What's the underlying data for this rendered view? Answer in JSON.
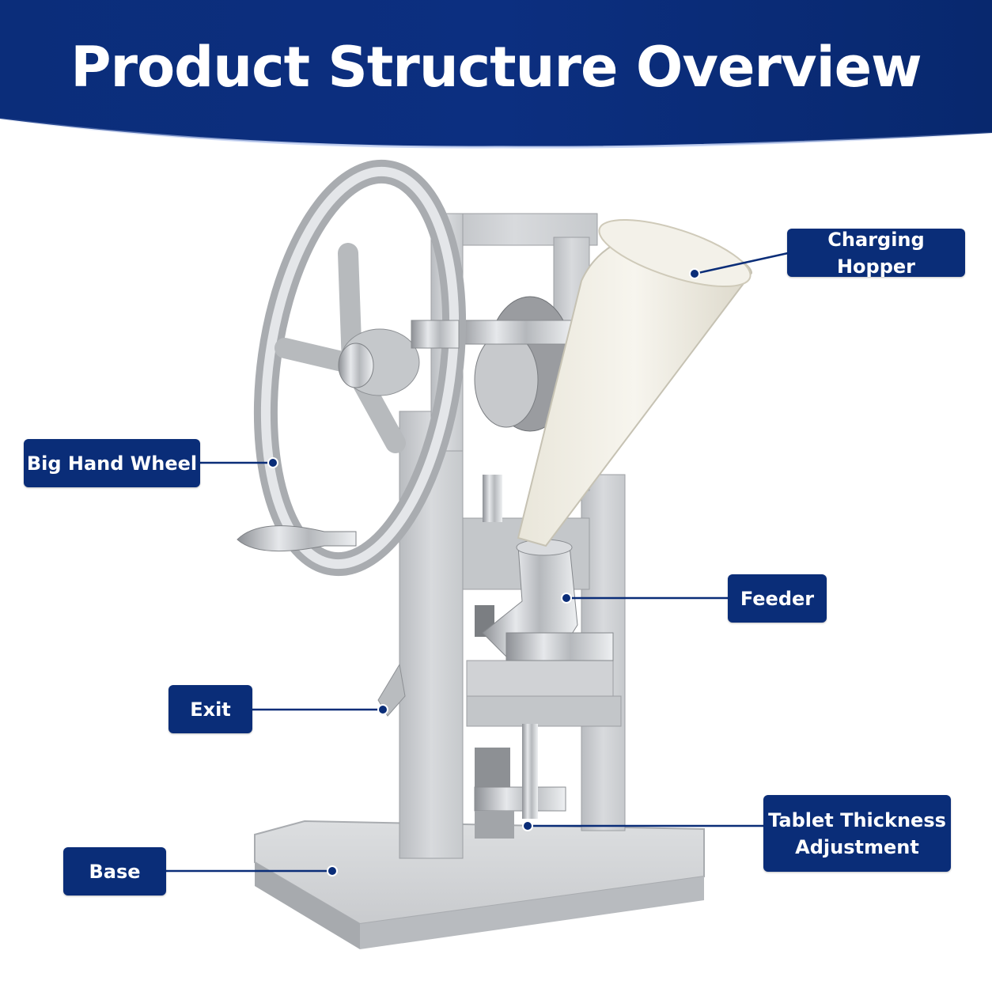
{
  "header": {
    "title": "Product Structure Overview",
    "background_color": "#0a2d78"
  },
  "image": {
    "subject_icon": "tablet-press-machine-photo"
  },
  "labels": {
    "charging_hopper": "Charging Hopper",
    "big_hand_wheel": "Big Hand Wheel",
    "feeder": "Feeder",
    "exit": "Exit",
    "tablet_thickness_adjustment_line1": "Tablet Thickness",
    "tablet_thickness_adjustment_line2": "Adjustment",
    "base": "Base"
  },
  "colors": {
    "label_bg": "#0a2d78",
    "label_text": "#ffffff",
    "leader_line": "#0a2d78"
  }
}
